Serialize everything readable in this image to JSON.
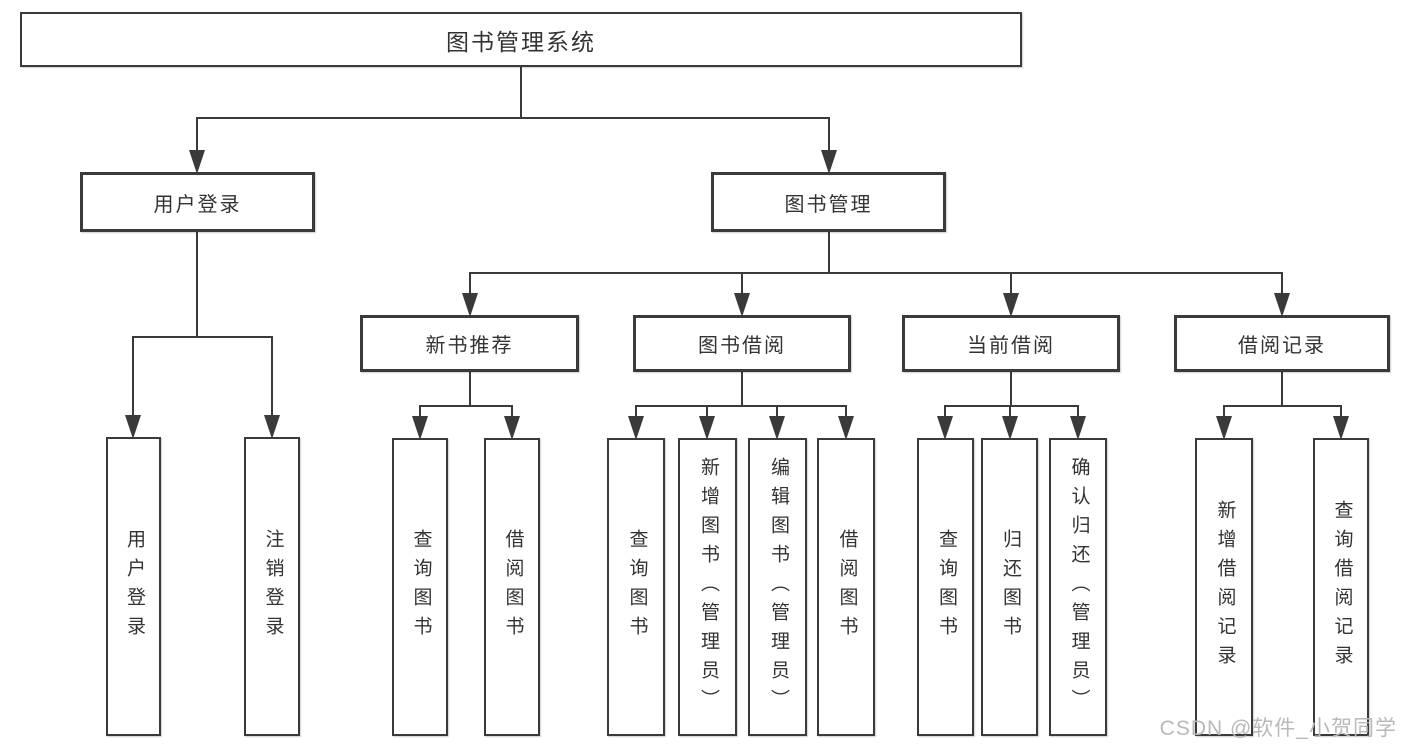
{
  "diagram": {
    "title": "图书管理系统",
    "watermark": "CSDN @软件_小贺同学",
    "colors": {
      "line": "#3a3a3a",
      "text": "#333333",
      "box_background": "#ffffff",
      "watermark": "#b9b9b9"
    },
    "nodes": [
      {
        "id": "root",
        "label": "图书管理系统",
        "parent": null
      },
      {
        "id": "user-login",
        "label": "用户登录",
        "parent": "root"
      },
      {
        "id": "book-mgmt",
        "label": "图书管理",
        "parent": "root"
      },
      {
        "id": "leaf-user-login",
        "label": "用户登录",
        "parent": "user-login"
      },
      {
        "id": "leaf-logout",
        "label": "注销登录",
        "parent": "user-login"
      },
      {
        "id": "new-book-rec",
        "label": "新书推荐",
        "parent": "book-mgmt"
      },
      {
        "id": "book-borrow",
        "label": "图书借阅",
        "parent": "book-mgmt"
      },
      {
        "id": "current-borrow",
        "label": "当前借阅",
        "parent": "book-mgmt"
      },
      {
        "id": "borrow-records",
        "label": "借阅记录",
        "parent": "book-mgmt"
      },
      {
        "id": "leaf-query-book-1",
        "label": "查询图书",
        "parent": "new-book-rec"
      },
      {
        "id": "leaf-borrow-book-1",
        "label": "借阅图书",
        "parent": "new-book-rec"
      },
      {
        "id": "leaf-query-book-2",
        "label": "查询图书",
        "parent": "book-borrow"
      },
      {
        "id": "leaf-add-book",
        "label": "新增图书（管理员）",
        "parent": "book-borrow"
      },
      {
        "id": "leaf-edit-book",
        "label": "编辑图书（管理员）",
        "parent": "book-borrow"
      },
      {
        "id": "leaf-borrow-book-2",
        "label": "借阅图书",
        "parent": "book-borrow"
      },
      {
        "id": "leaf-query-book-3",
        "label": "查询图书",
        "parent": "current-borrow"
      },
      {
        "id": "leaf-return-book",
        "label": "归还图书",
        "parent": "current-borrow"
      },
      {
        "id": "leaf-confirm-return",
        "label": "确认归还（管理员）",
        "parent": "current-borrow"
      },
      {
        "id": "leaf-add-borrow-rec",
        "label": "新增借阅记录",
        "parent": "borrow-records"
      },
      {
        "id": "leaf-query-borrow-rec",
        "label": "查询借阅记录",
        "parent": "borrow-records"
      }
    ]
  }
}
